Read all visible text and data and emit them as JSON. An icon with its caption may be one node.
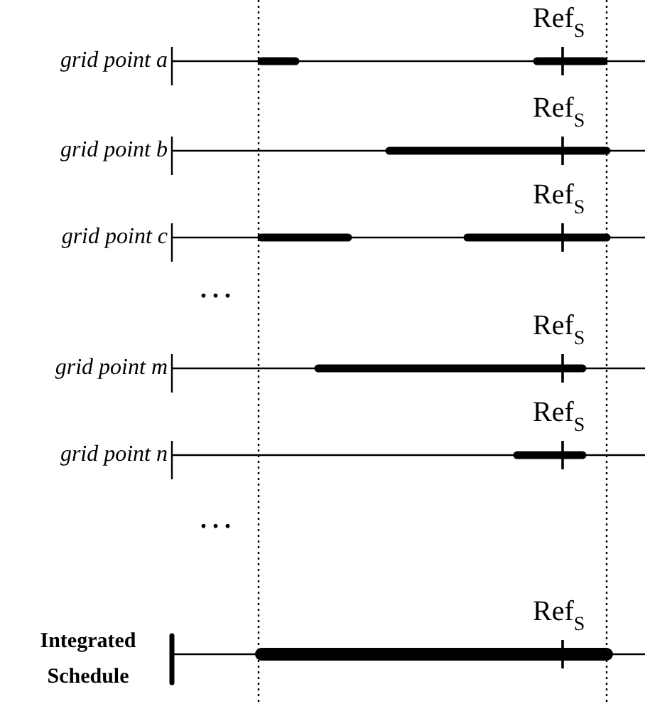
{
  "diagram": {
    "labels": [
      "Ref$_{S}$",
      "grid point a",
      "Ref$_{S}$",
      "grid point b",
      "Ref$_{S}$",
      "grid point c",
      "...",
      "Ref$_{S}$",
      "grid point m",
      "Ref$_{S}$",
      "grid point n",
      "...",
      "Integrated Schedule",
      "Ref$_{S}$"
    ]
  }
}
